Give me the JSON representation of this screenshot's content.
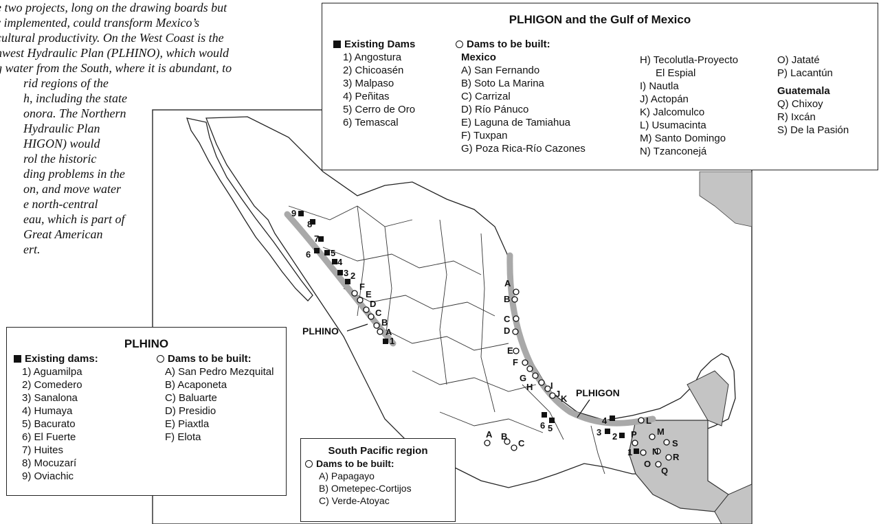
{
  "intro": {
    "lines": [
      "e two projects, long on the drawing boards but",
      "r implemented, could transform Mexico’s",
      "cultural productivity. On the West Coast is the",
      "hwest Hydraulic Plan (PLHINO), which would",
      "g water from the South, where it is abundant, to",
      "rid regions of the",
      "h, including the state",
      "onora. The Northern",
      "Hydraulic Plan",
      "HIGON) would",
      "rol the historic",
      "ding problems in the",
      "on, and move water",
      "e north-central",
      "eau, which is part of",
      "Great American",
      "ert."
    ]
  },
  "plhigon_box": {
    "title": "PLHIGON and the Gulf of Mexico",
    "existing_header": "Existing Dams",
    "existing": [
      "1) Angostura",
      "2) Chicoasén",
      "3) Malpaso",
      "4) Peñitas",
      "5) Cerro de Oro",
      "6) Temascal"
    ],
    "tobuilt_header": "Dams to be built:",
    "mexico_header": "Mexico",
    "col2": [
      "A) San Fernando",
      "B) Soto La Marina",
      "C) Carrizal",
      "D) Río Pánuco",
      "E) Laguna de Tamiahua",
      "F) Tuxpan",
      "G) Poza Rica-Río Cazones"
    ],
    "col3": [
      "H) Tecolutla-Proyecto",
      "El Espial",
      "I) Nautla",
      "J) Actopán",
      "K) Jalcomulco",
      "L) Usumacinta",
      "M) Santo Domingo",
      "N) Tzanconejá"
    ],
    "col4a": [
      "O) Jataté",
      "P) Lacantún"
    ],
    "guatemala_header": "Guatemala",
    "col4b": [
      "Q) Chixoy",
      "R) Ixcán",
      "S) De la Pasión"
    ]
  },
  "plhino_box": {
    "title": "PLHINO",
    "existing_header": "Existing dams:",
    "existing": [
      "1) Aguamilpa",
      "2) Comedero",
      "3) Sanalona",
      "4) Humaya",
      "5) Bacurato",
      "6) El Fuerte",
      "7) Huites",
      "8) Mocuzarí",
      "9) Oviachic"
    ],
    "tobuilt_header": "Dams to be built:",
    "tobuilt": [
      "A) San Pedro Mezquital",
      "B) Acaponeta",
      "C) Baluarte",
      "D) Presidio",
      "E) Piaxtla",
      "F) Elota"
    ]
  },
  "south_box": {
    "title": "South Pacific region",
    "tobuilt_header": "Dams to be built:",
    "tobuilt": [
      "A) Papagayo",
      "B) Ometepec-Cortijos",
      "C) Verde-Atoyac"
    ]
  },
  "map": {
    "label_plhino": "PLHINO",
    "label_plhigon": "PLHIGON",
    "plhino_existing": [
      "9",
      "8",
      "7",
      "6",
      "5",
      "4",
      "3",
      "2",
      "1"
    ],
    "plhino_new": [
      "F",
      "E",
      "D",
      "C",
      "B",
      "A"
    ],
    "gulf_new_a": [
      "A",
      "B",
      "C",
      "D",
      "E",
      "F",
      "G",
      "H",
      "I",
      "J",
      "K"
    ],
    "gulf_existing": [
      "6",
      "5",
      "4",
      "3",
      "2",
      "1"
    ],
    "gulf_new_b": [
      "L",
      "M",
      "P",
      "S",
      "N",
      "R",
      "O",
      "Q"
    ],
    "south_new": [
      "A",
      "B",
      "C"
    ]
  },
  "colors": {
    "gray_region": "#c4c4c4",
    "route": "#a9a9a9"
  }
}
